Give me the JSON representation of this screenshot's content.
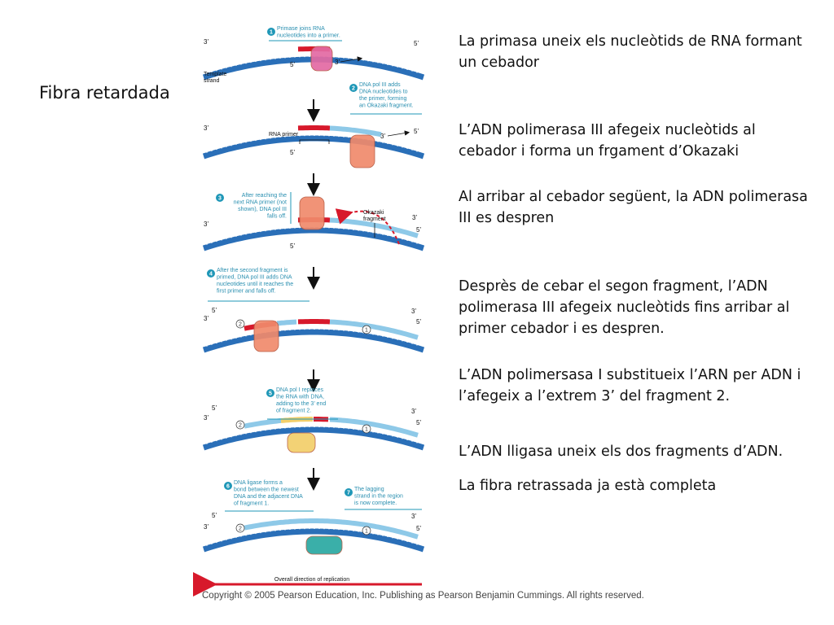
{
  "page_title": "Fibra retardada",
  "descriptions": [
    "La primasa uneix els nucleòtids de RNA formant un cebador",
    "L’ADN polimerasa III afegeix nucleòtids al cebador i forma un frgament d’Okazaki",
    "Al arribar al cebador següent, la ADN polimerasa III es despren",
    "Desprès de cebar el segon fragment, l’ADN polimerasa III afegeix nucleòtids fins arribar al primer cebador i es despren.",
    "L’ADN polimersasa I substitueix l’ARN per ADN i l’afegeix a l’extrem 3’ del fragment 2.",
    "L’ADN lligasa uneix els dos fragments d’ADN.",
    "La fibra retrassada ja està completa"
  ],
  "steps": [
    {
      "num": "1",
      "lines": [
        "Primase joins RNA",
        "nucleotides into a primer."
      ]
    },
    {
      "num": "2",
      "lines": [
        "DNA pol III adds",
        "DNA nucleotides to",
        "the primer, forming",
        "an Okazaki fragment."
      ]
    },
    {
      "num": "3",
      "lines": [
        "After reaching the",
        "next RNA primer (not",
        "shown), DNA pol III",
        "falls off."
      ]
    },
    {
      "num": "4",
      "lines": [
        "After the second fragment is",
        "primed, DNA pol III adds DNA",
        "nucleotides until it reaches the",
        "first primer and falls off."
      ]
    },
    {
      "num": "5",
      "lines": [
        "DNA pol I replaces",
        "the RNA with DNA,",
        "adding to the 3’ end",
        "of fragment 2."
      ]
    },
    {
      "num": "6",
      "lines": [
        "DNA ligase forms a",
        "bond between the newest",
        "DNA and the adjacent DNA",
        "of fragment 1."
      ]
    },
    {
      "num": "7",
      "lines": [
        "The lagging",
        "strand in the region",
        "is now complete."
      ]
    }
  ],
  "labels": {
    "template_strand": [
      "Template",
      "strand"
    ],
    "rna_primer": "RNA primer",
    "okazaki_fragment": [
      "Okazaki",
      "fragment"
    ],
    "overall_direction": "Overall direction of replication",
    "prime3": "3’",
    "prime5": "5’",
    "frag1": "1",
    "frag2": "2"
  },
  "colors": {
    "template_blue": "#2a6fb8",
    "new_dna_light": "#8ec9e8",
    "rna_red": "#d7192b",
    "primase_pink": "#e36aa3",
    "pol3_salmon": "#f08a6c",
    "pol1_yellow": "#f3cf6a",
    "ligase_teal": "#2aa9a2",
    "direction_red": "#d7192b",
    "step_badge": "#1f97b7"
  },
  "copyright": "Copyright © 2005 Pearson Education, Inc. Publishing as Pearson Benjamin Cummings. All rights reserved."
}
